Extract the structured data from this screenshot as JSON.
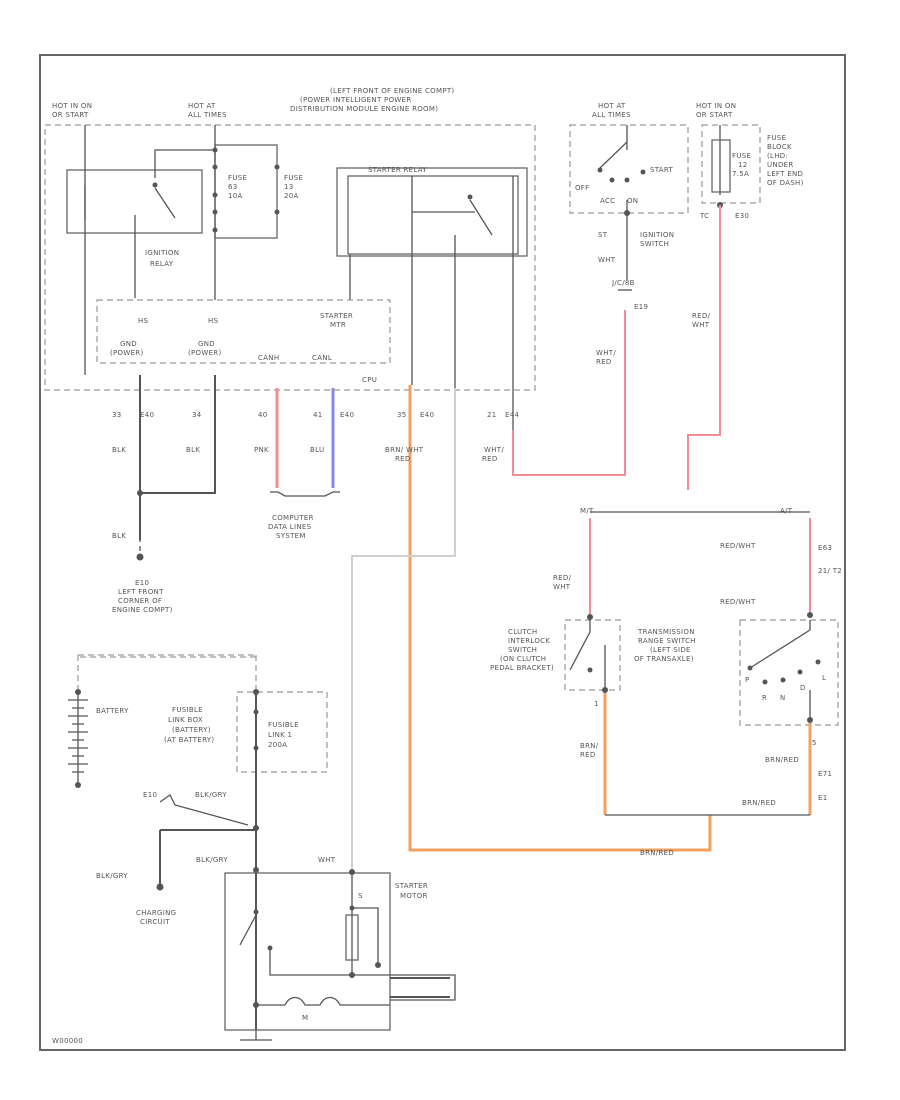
{
  "labels": {
    "hot_in_on_left": [
      "HOT IN ON",
      "OR START"
    ],
    "hot_at_all_times_left": [
      "HOT AT",
      "ALL TIMES"
    ],
    "pim_location": [
      "(LEFT FRONT OF ENGINE COMPT)",
      "(POWER INTELLIGENT POWER",
      "DISTRIBUTION MODULE ENGINE ROOM)"
    ],
    "fuse_a": [
      "FUSE",
      "63",
      "10A"
    ],
    "fuse_b": [
      "FUSE",
      "13",
      "20A"
    ],
    "ignition_relay": [
      "IGNITION",
      "RELAY"
    ],
    "starter_relay": "STARTER RELAY",
    "cpu_pins": [
      "HS",
      "HS",
      "STARTER",
      "MTR"
    ],
    "gnd_left": [
      "GND",
      "(POWER)"
    ],
    "gnd_mid": [
      "GND",
      "(POWER)"
    ],
    "can_h": "CANH",
    "can_l": "CANL",
    "cpu": "CPU",
    "conn_pins": [
      "33",
      "E40",
      "34",
      "40",
      "41",
      "E40",
      "35",
      "E40",
      "21",
      "E44"
    ],
    "wire_blk_1": "BLK",
    "wire_blk_2": "BLK",
    "wire_pnk": "PNK",
    "wire_blu": "BLU",
    "wire_brn_wht": [
      "BRN/ WHT",
      "RED"
    ],
    "wire_wht_red": [
      "WHT/",
      "RED"
    ],
    "computer_data_lines": [
      "COMPUTER",
      "DATA LINES",
      "SYSTEM"
    ],
    "wire_blk_ground": "BLK",
    "ground_location": [
      "E10",
      "LEFT FRONT",
      "CORNER OF",
      "ENGINE COMPT)"
    ],
    "hot_at_all_times_right": [
      "HOT AT",
      "ALL TIMES"
    ],
    "hot_in_on_right": [
      "HOT IN ON",
      "OR START"
    ],
    "fuse_block": [
      "FUSE",
      "BLOCK",
      "(LHD:",
      "UNDER",
      "LEFT END",
      "OF DASH)"
    ],
    "ign_switch_contacts": [
      "OFF",
      "START",
      "ACC",
      "ON"
    ],
    "fuse_c": [
      "FUSE",
      "12",
      "7.5A"
    ],
    "ign_switch_pins": [
      "ST",
      "TC",
      "E30"
    ],
    "ignition_switch": [
      "IGNITION",
      "SWITCH"
    ],
    "wire_wht": "WHT",
    "conn_e19": [
      "J/C/8B",
      "E19"
    ],
    "wire_wht_red_2": [
      "WHT/",
      "RED"
    ],
    "wire_red_wht": [
      "RED/",
      "WHT"
    ],
    "mt_label": "M/T",
    "at_label": "A/T",
    "wire_red_wht_2": [
      "RED/",
      "WHT"
    ],
    "wire_red_wht_at": "RED/WHT",
    "conn_e63": [
      "E63",
      "21/ T2"
    ],
    "wire_red_wht_at_2": "RED/WHT",
    "clutch_switch": [
      "CLUTCH",
      "INTERLOCK",
      "SWITCH",
      "(ON CLUTCH",
      "PEDAL BRACKET)"
    ],
    "trans_range_switch": [
      "TRANSMISSION",
      "RANGE SWITCH",
      "(LEFT SIDE",
      "OF TRANSAXLE)"
    ],
    "trs_contacts": [
      "P",
      "R",
      "N",
      "D",
      "L"
    ],
    "clutch_pin": "1",
    "trs_pin": "5",
    "wire_brn_red_mt": [
      "BRN/",
      "RED"
    ],
    "wire_brn_red_1": "BRN/RED",
    "conn_e71": [
      "E71",
      "E1"
    ],
    "wire_brn_red_2": "BRN/RED",
    "wire_brn_red_3": "BRN/RED",
    "battery": "BATTERY",
    "fusible_link_box": [
      "FUSIBLE",
      "LINK BOX",
      "(BATTERY)",
      "(AT BATTERY)"
    ],
    "fusible_link": [
      "FUSIBLE",
      "LINK 1",
      "200A"
    ],
    "e10_label": "E10",
    "wire_blk_gry_1": "BLK/GRY",
    "wire_blk_gry_2": "BLK/GRY",
    "wire_blk_gry_3": "BLK/GRY",
    "charging_circuit": [
      "CHARGING",
      "CIRCUIT"
    ],
    "starter_motor": [
      "STARTER",
      "MOTOR"
    ],
    "wire_wht_sm": "WHT",
    "sm_s": "S",
    "sm_m": "M",
    "diagram_id": "W00000"
  },
  "wire_colors": {
    "pink": "#f08c96",
    "blue": "#8a8ae6",
    "orange": "#f0a060",
    "black": "#555555",
    "white": "#cfcfcf"
  }
}
